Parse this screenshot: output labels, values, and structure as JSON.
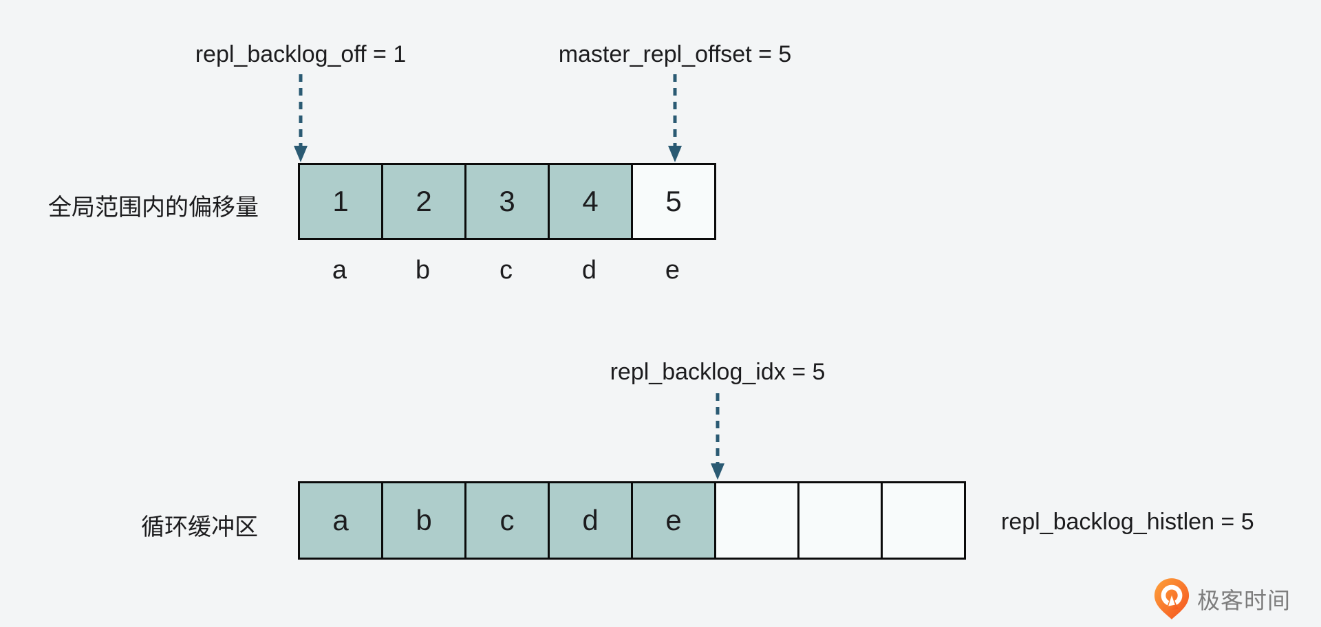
{
  "colors": {
    "background": "#f3f5f6",
    "filled_cell": "#aecdcb",
    "empty_cell": "#f8fbfb",
    "border": "#0b0b0b",
    "arrow": "#2a5a73",
    "text": "#1c1c1e",
    "logo_orange_light": "#fda23c",
    "logo_orange_dark": "#f4511e",
    "logo_text": "#7d7d7d"
  },
  "annotations": {
    "repl_backlog_off": "repl_backlog_off = 1",
    "master_repl_offset": "master_repl_offset = 5",
    "repl_backlog_idx": "repl_backlog_idx = 5",
    "repl_backlog_histlen": "repl_backlog_histlen = 5"
  },
  "row1": {
    "label": "全局范围内的偏移量",
    "cells": [
      {
        "value": "1",
        "filled": true
      },
      {
        "value": "2",
        "filled": true
      },
      {
        "value": "3",
        "filled": true
      },
      {
        "value": "4",
        "filled": true
      },
      {
        "value": "5",
        "filled": false
      }
    ],
    "below_letters": [
      "a",
      "b",
      "c",
      "d",
      "e"
    ]
  },
  "row2": {
    "label": "循环缓冲区",
    "cells": [
      {
        "value": "a",
        "filled": true
      },
      {
        "value": "b",
        "filled": true
      },
      {
        "value": "c",
        "filled": true
      },
      {
        "value": "d",
        "filled": true
      },
      {
        "value": "e",
        "filled": true
      },
      {
        "value": "",
        "filled": false
      },
      {
        "value": "",
        "filled": false
      },
      {
        "value": "",
        "filled": false
      }
    ]
  },
  "logo": {
    "text": "极客时间"
  }
}
